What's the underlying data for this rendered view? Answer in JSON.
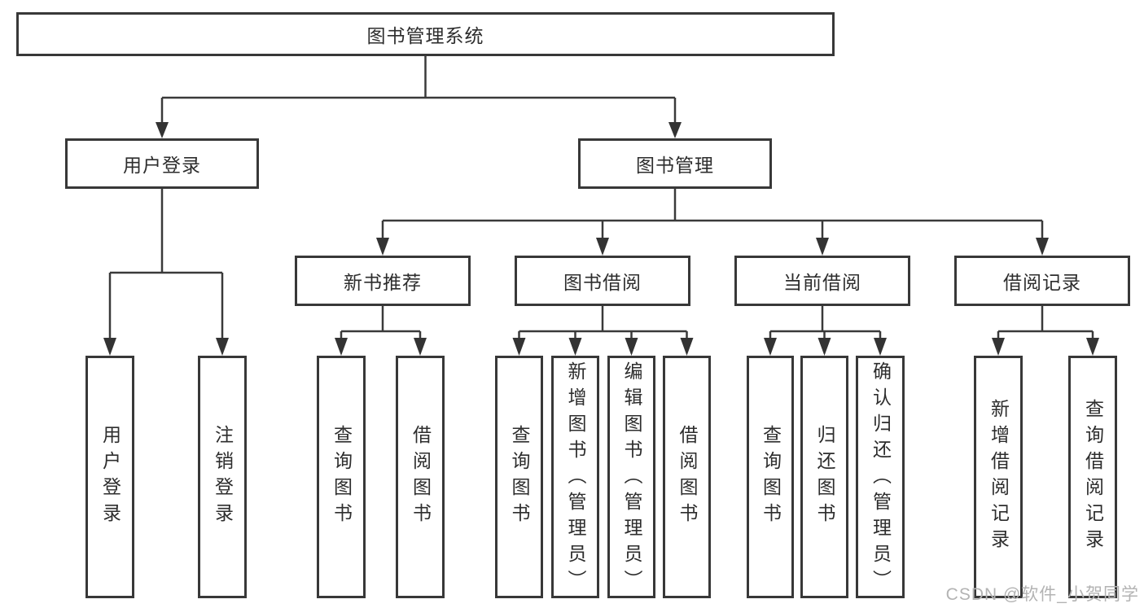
{
  "tree": {
    "root": "图书管理系统",
    "level2": [
      {
        "label": "用户登录",
        "children": [
          "用户登录",
          "注销登录"
        ]
      },
      {
        "label": "图书管理"
      }
    ],
    "level3": [
      {
        "label": "新书推荐",
        "children": [
          "查询图书",
          "借阅图书"
        ]
      },
      {
        "label": "图书借阅",
        "children": [
          "查询图书",
          "新增图书（管理员）",
          "编辑图书（管理员）",
          "借阅图书"
        ]
      },
      {
        "label": "当前借阅",
        "children": [
          "查询图书",
          "归还图书",
          "确认归还（管理员）"
        ]
      },
      {
        "label": "借阅记录",
        "children": [
          "新增借阅记录",
          "查询借阅记录"
        ]
      }
    ]
  },
  "watermark": "CSDN @软件_小贺同学",
  "colors": {
    "border": "#383838",
    "line": "#3a3a3a",
    "text": "#2d2d2d",
    "watermark": "#b3b3b3",
    "background": "#ffffff"
  }
}
